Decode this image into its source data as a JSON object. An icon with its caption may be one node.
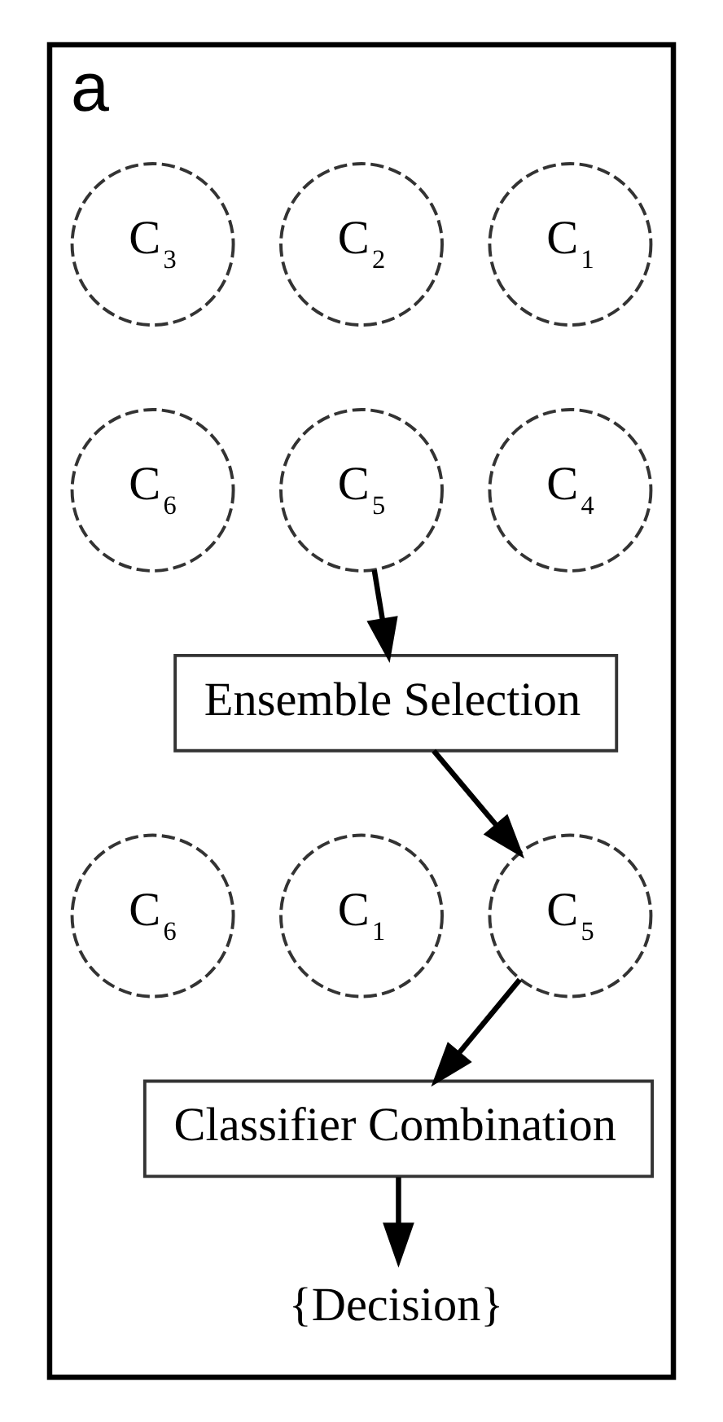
{
  "diagram": {
    "nodes": [
      {
        "text": [
          "a"
        ]
      },
      {
        "text": [
          "C$_{1}$"
        ],
        "in": 0
      },
      {
        "text": [
          "C$_{2}$"
        ],
        "in": 0
      },
      {
        "text": [
          "C$_{3}$"
        ],
        "in": 0
      },
      {
        "text": [
          "C$_{4}$"
        ],
        "in": 0
      },
      {
        "text": [
          "C$_{5}$"
        ],
        "in": 0
      },
      {
        "text": [
          "C$_{6}$"
        ],
        "in": 0
      },
      {
        "text": [
          "Ensemble Selection"
        ],
        "in": 0
      },
      {
        "text": [
          "C$_{1}$"
        ],
        "in": 0
      },
      {
        "text": [
          "C$_{5}$"
        ],
        "in": 0
      },
      {
        "text": [
          "C$_{6}$"
        ],
        "in": 0
      },
      {
        "text": [
          "Classifier Combination"
        ],
        "in": 0
      },
      {
        "text": [
          "{Decision}"
        ],
        "in": 0
      }
    ],
    "edges": [
      {
        "from": 5,
        "to": 7,
        "arrow": "to"
      },
      {
        "from": 7,
        "to": 9,
        "arrow": "to"
      },
      {
        "from": 9,
        "to": 11,
        "arrow": "to"
      },
      {
        "from": 11,
        "to": 12,
        "arrow": "to"
      }
    ]
  }
}
